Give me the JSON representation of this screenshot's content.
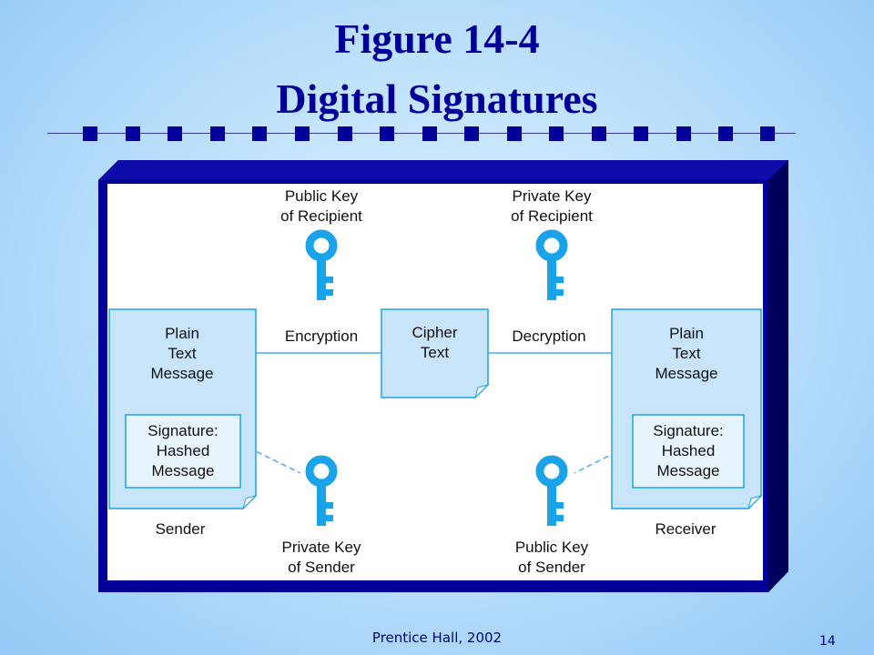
{
  "slide": {
    "title_line1": "Figure 14-4",
    "title_line2": "Digital Signatures",
    "footer": "Prentice Hall, 2002",
    "page_number": "14"
  },
  "colors": {
    "title": "#000099",
    "frame": "#000099",
    "document_fill": "#c8e4f8",
    "key": "#1aa3e8",
    "lines": "#4aaee0"
  },
  "diagram": {
    "key_public_recipient": "Public Key\nof Recipient",
    "key_private_recipient": "Private Key\nof Recipient",
    "key_private_sender": "Private Key\nof Sender",
    "key_public_sender": "Public Key\nof Sender",
    "sender_message": "Plain\nText\nMessage",
    "receiver_message": "Plain\nText\nMessage",
    "sender_signature": "Signature:\nHashed\nMessage",
    "receiver_signature": "Signature:\nHashed\nMessage",
    "cipher": "Cipher\nText",
    "encryption": "Encryption",
    "decryption": "Decryption",
    "sender": "Sender",
    "receiver": "Receiver",
    "icons": [
      "key-icon",
      "key-icon",
      "key-icon",
      "key-icon"
    ]
  }
}
